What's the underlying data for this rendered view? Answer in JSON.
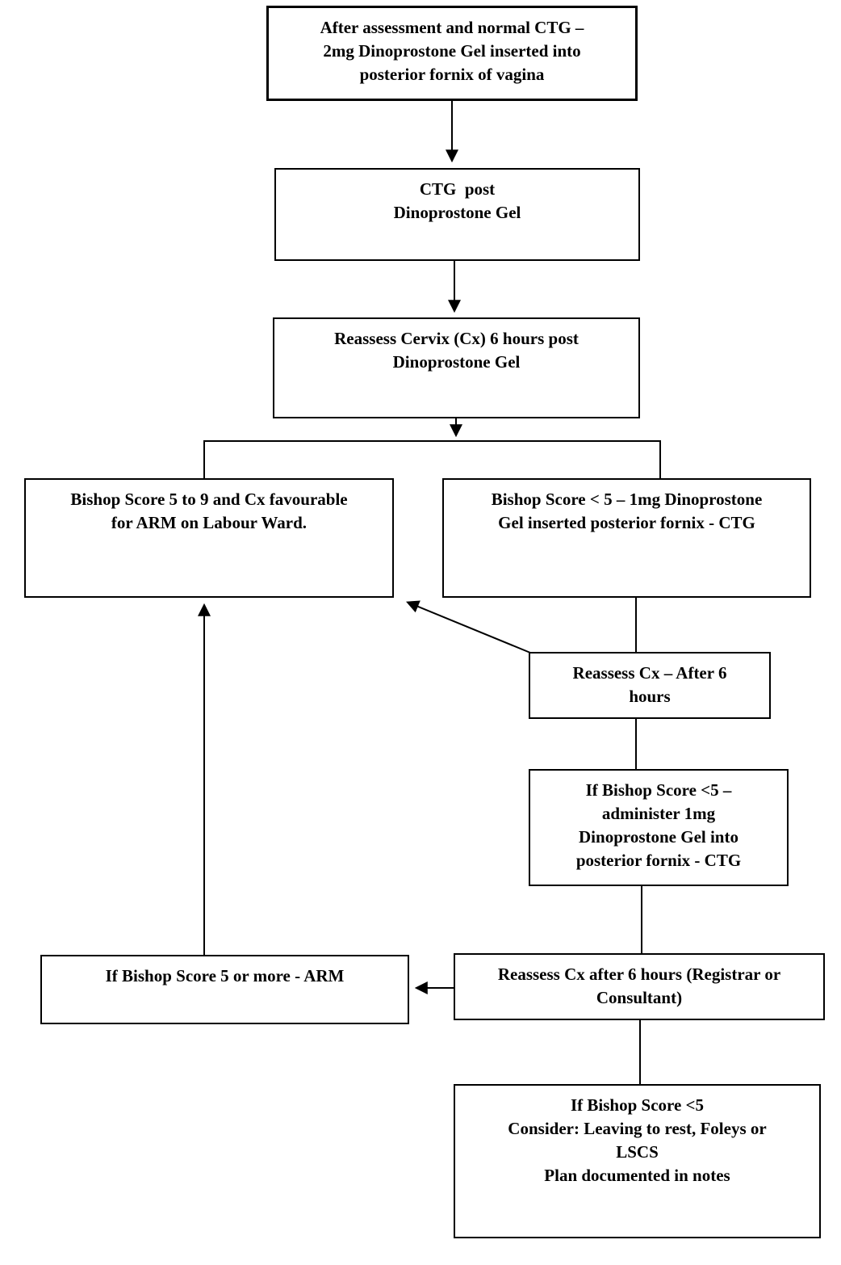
{
  "diagram": {
    "type": "flowchart",
    "colors": {
      "background": "#ffffff",
      "box_border": "#000000",
      "connector": "#000000",
      "text": "#000000"
    },
    "nodes": [
      {
        "id": "assessment-2mg-gel",
        "text": "After assessment and normal CTG –\n2mg Dinoprostone Gel inserted into\nposterior fornix of vagina"
      },
      {
        "id": "ctg-post-gel",
        "text": "CTG  post\nDinoprostone Gel"
      },
      {
        "id": "reassess-cervix-6h",
        "text": "Reassess Cervix (Cx) 6 hours post\nDinoprostone Gel"
      },
      {
        "id": "bishop-5-to-9-arm",
        "text": "Bishop Score 5 to 9 and Cx favourable\nfor ARM on Labour Ward."
      },
      {
        "id": "bishop-lt5-1mg-gel",
        "text": "Bishop Score < 5 – 1mg Dinoprostone\nGel inserted posterior fornix - CTG"
      },
      {
        "id": "reassess-cx-after-6h",
        "text": "Reassess Cx – After 6\nhours"
      },
      {
        "id": "bishop-lt5-administer-1mg",
        "text": "If Bishop Score <5 –\nadminister 1mg\nDinoprostone Gel into\nposterior fornix - CTG"
      },
      {
        "id": "bishop-5-or-more-arm",
        "text": "If Bishop Score 5 or more - ARM"
      },
      {
        "id": "reassess-cx-6h-registrar",
        "text": "Reassess Cx after 6 hours (Registrar or\nConsultant)"
      },
      {
        "id": "bishop-lt5-consider",
        "text": "If Bishop Score <5\nConsider: Leaving to rest, Foleys or\nLSCS\nPlan documented in notes"
      }
    ],
    "edges": [
      {
        "from": "assessment-2mg-gel",
        "to": "ctg-post-gel",
        "arrow": true
      },
      {
        "from": "ctg-post-gel",
        "to": "reassess-cervix-6h",
        "arrow": true
      },
      {
        "from": "reassess-cervix-6h",
        "to": "bishop-5-to-9-arm",
        "arrow": true
      },
      {
        "from": "reassess-cervix-6h",
        "to": "bishop-lt5-1mg-gel",
        "arrow": true
      },
      {
        "from": "bishop-lt5-1mg-gel",
        "to": "reassess-cx-after-6h",
        "arrow": false
      },
      {
        "from": "reassess-cx-after-6h",
        "to": "bishop-5-to-9-arm",
        "arrow": true
      },
      {
        "from": "reassess-cx-after-6h",
        "to": "bishop-lt5-administer-1mg",
        "arrow": false
      },
      {
        "from": "bishop-lt5-administer-1mg",
        "to": "reassess-cx-6h-registrar",
        "arrow": false
      },
      {
        "from": "reassess-cx-6h-registrar",
        "to": "bishop-5-or-more-arm",
        "arrow": true
      },
      {
        "from": "bishop-5-or-more-arm",
        "to": "bishop-5-to-9-arm",
        "arrow": true
      },
      {
        "from": "reassess-cx-6h-registrar",
        "to": "bishop-lt5-consider",
        "arrow": false
      }
    ]
  }
}
